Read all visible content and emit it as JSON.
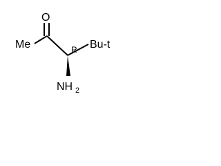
{
  "structure": {
    "atoms": {
      "oxygen": "O",
      "methyl": "Me",
      "stereo_descriptor": "R",
      "tert_butyl": "Bu-t",
      "amine_base": "NH",
      "amine_subscript": "2"
    },
    "colors": {
      "ink": "#000000",
      "background": "#ffffff"
    }
  }
}
